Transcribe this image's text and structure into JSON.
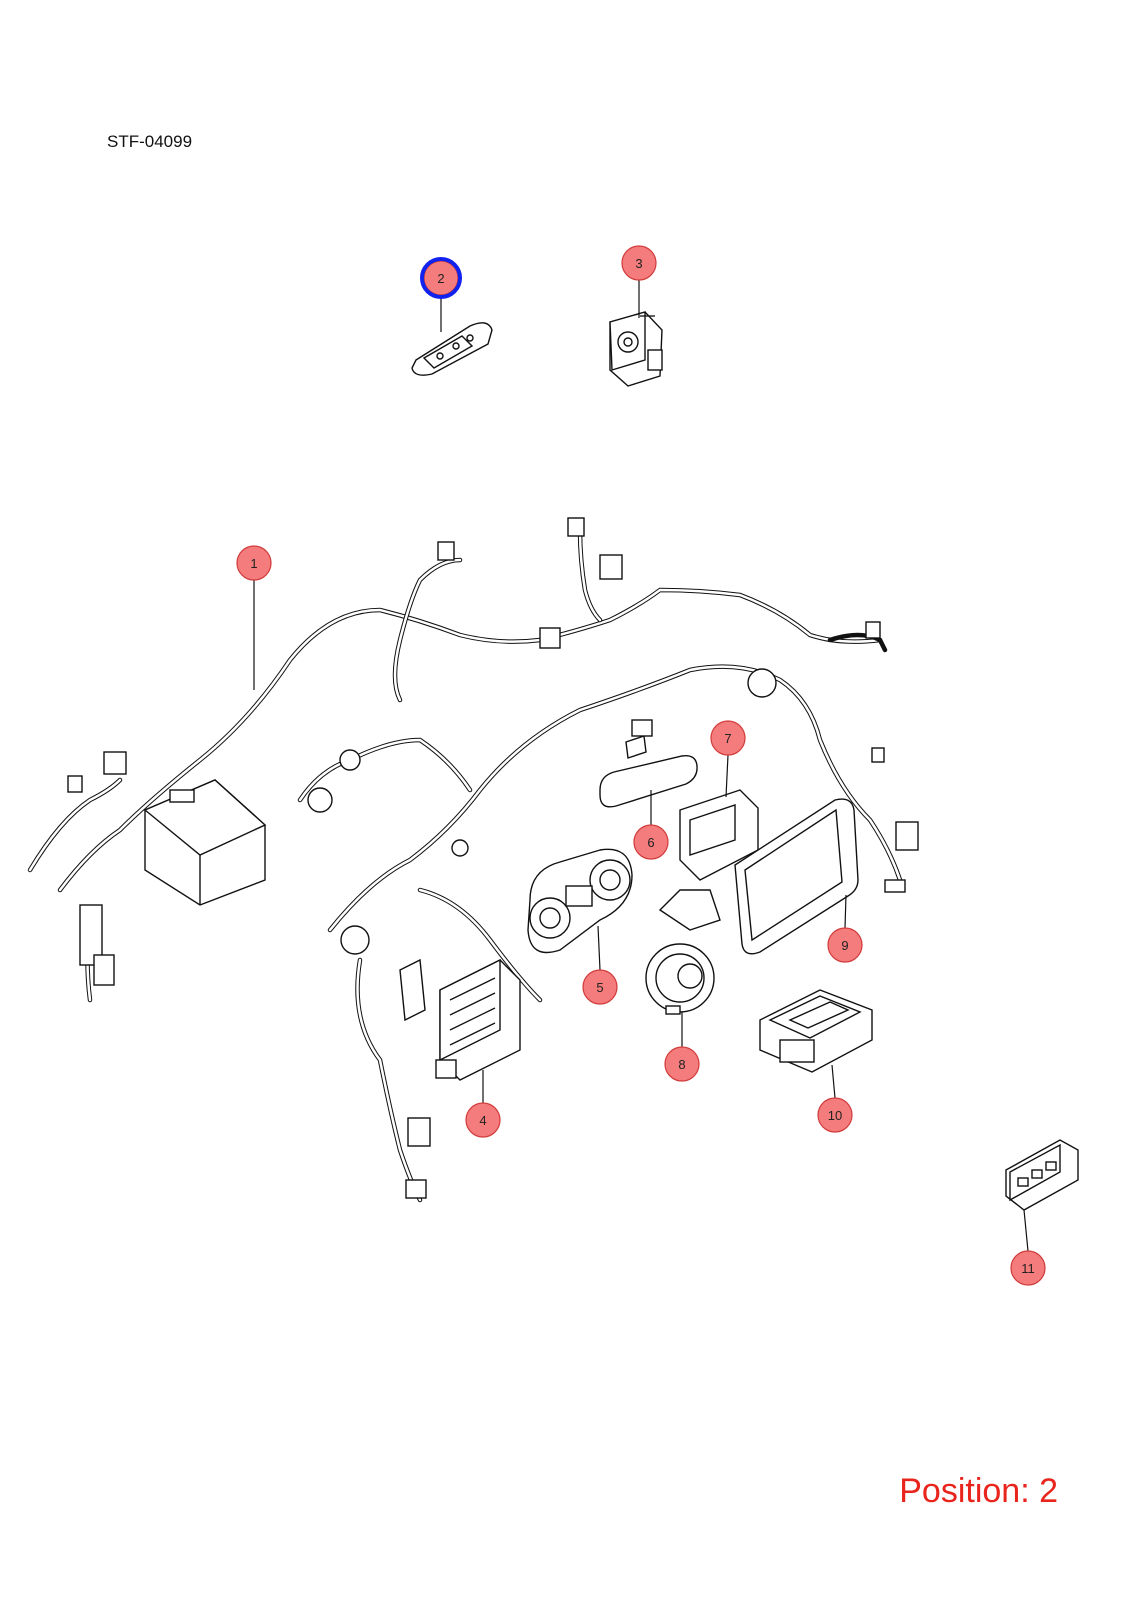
{
  "diagram": {
    "drawing_code": "STF-04099",
    "position_label": "Position: 2",
    "selected_callout": "2",
    "callouts": [
      {
        "id": "1",
        "label": "1"
      },
      {
        "id": "2",
        "label": "2"
      },
      {
        "id": "3",
        "label": "3"
      },
      {
        "id": "4",
        "label": "4"
      },
      {
        "id": "5",
        "label": "5"
      },
      {
        "id": "6",
        "label": "6"
      },
      {
        "id": "7",
        "label": "7"
      },
      {
        "id": "8",
        "label": "8"
      },
      {
        "id": "9",
        "label": "9"
      },
      {
        "id": "10",
        "label": "10"
      },
      {
        "id": "11",
        "label": "11"
      }
    ],
    "colors": {
      "callout_fill": "#f47c7c",
      "callout_stroke": "#d23a3a",
      "selection_ring": "#1122ee",
      "position_text": "#e8241c"
    }
  }
}
